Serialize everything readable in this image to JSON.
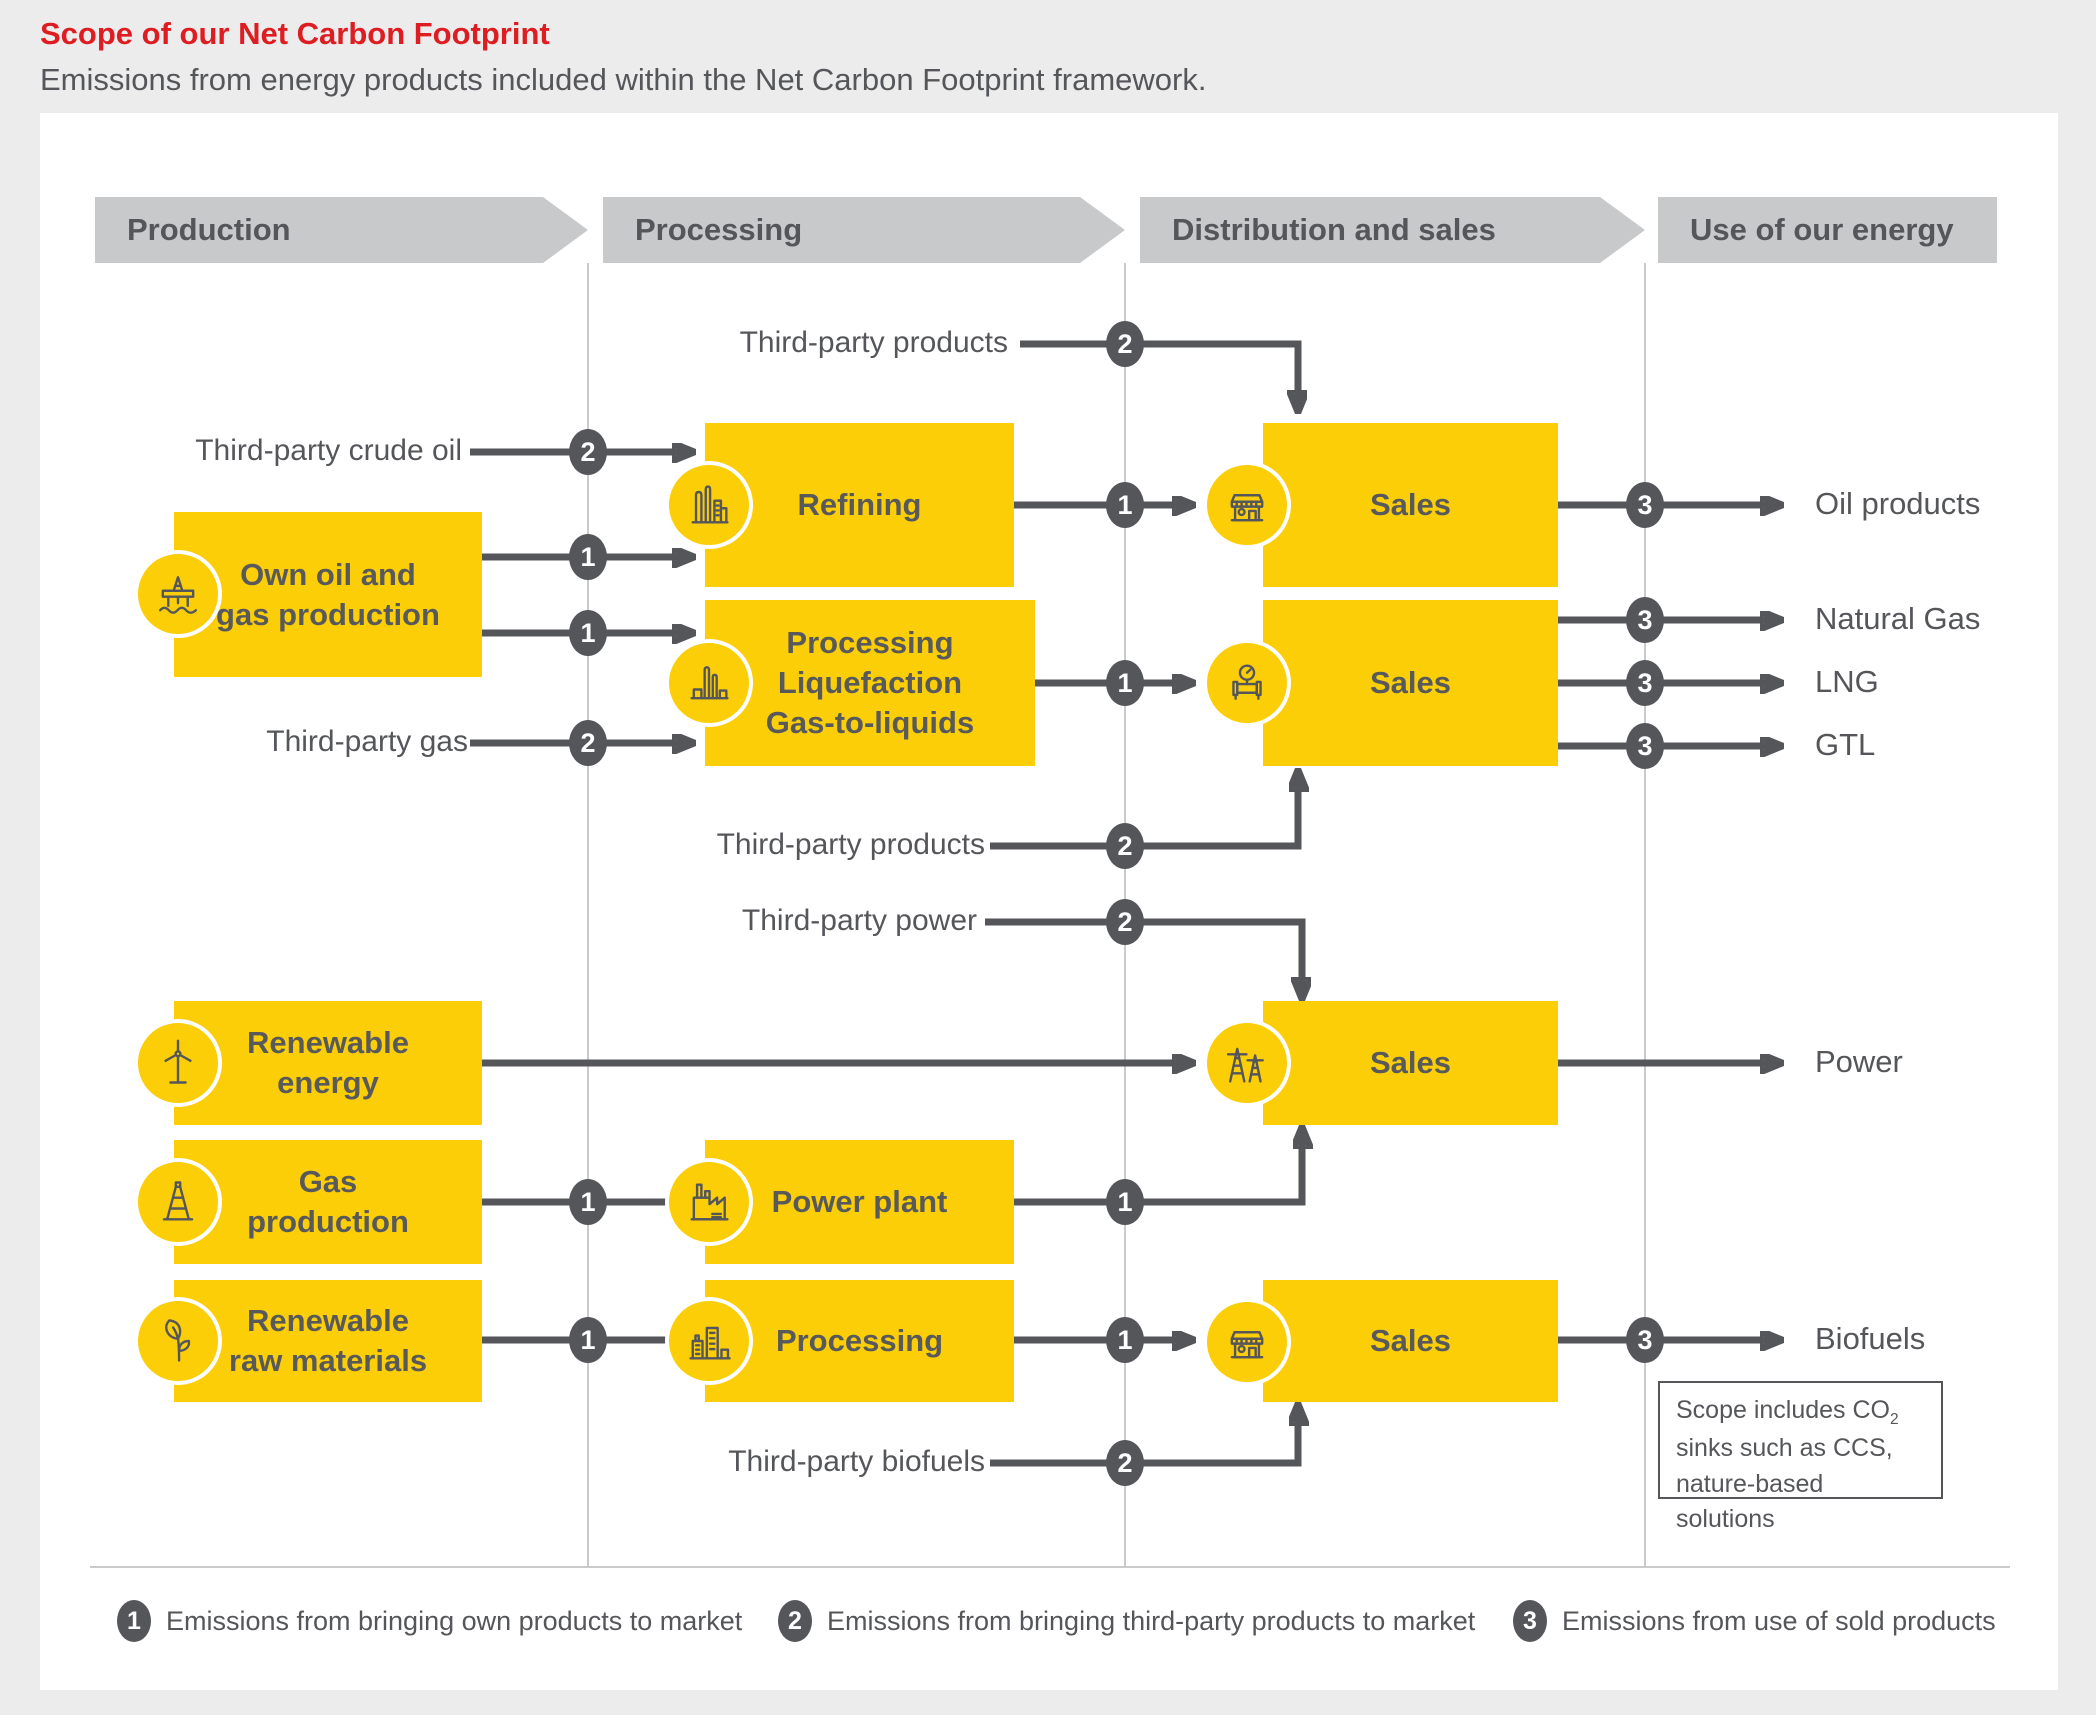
{
  "title": "Scope of our Net Carbon Footprint",
  "subtitle": "Emissions from energy products included within the Net Carbon Footprint framework.",
  "colors": {
    "brand_yellow": "#fbce07",
    "brand_red": "#dd1d21",
    "line_gray": "#54565a",
    "header_gray": "#c8c9cb"
  },
  "headers": [
    {
      "label": "Production"
    },
    {
      "label": "Processing"
    },
    {
      "label": "Distribution and sales"
    },
    {
      "label": "Use of our energy"
    }
  ],
  "boxes": {
    "own_oil": {
      "label": "Own oil and\ngas production",
      "icon": "offshore-platform"
    },
    "refining": {
      "label": "Refining",
      "icon": "refinery"
    },
    "proc_liq": {
      "label": "Processing\nLiquefaction\nGas-to-liquids",
      "icon": "gas-plant"
    },
    "sales_oil": {
      "label": "Sales",
      "icon": "storefront"
    },
    "sales_gas": {
      "label": "Sales",
      "icon": "pipeline-gauge"
    },
    "renewable_energy": {
      "label": "Renewable\nenergy",
      "icon": "wind-turbine"
    },
    "sales_power": {
      "label": "Sales",
      "icon": "power-pylons"
    },
    "gas_production": {
      "label": "Gas\nproduction",
      "icon": "drilling-derrick"
    },
    "power_plant": {
      "label": "Power plant",
      "icon": "factory"
    },
    "renewable_raw": {
      "label": "Renewable\nraw materials",
      "icon": "plant-leaf"
    },
    "processing_bio": {
      "label": "Processing",
      "icon": "industrial-buildings"
    },
    "sales_bio": {
      "label": "Sales",
      "icon": "storefront"
    }
  },
  "flow_labels": {
    "tpp_top": "Third-party products",
    "tp_crude": "Third-party crude oil",
    "tp_gas": "Third-party gas",
    "tpp_mid": "Third-party products",
    "tp_power": "Third-party power",
    "tp_biofuels": "Third-party biofuels"
  },
  "outputs": {
    "oil": "Oil products",
    "natural_gas": "Natural Gas",
    "lng": "LNG",
    "gtl": "GTL",
    "power": "Power",
    "biofuels": "Biofuels"
  },
  "badges": {
    "b1": "1",
    "b2": "2",
    "b3": "3"
  },
  "note": {
    "line1": "Scope includes CO",
    "line1_sub": "2",
    "line2": "sinks such as CCS,",
    "line3": "nature-based solutions"
  },
  "legend": [
    {
      "num": "1",
      "text": "Emissions from bringing own products to market"
    },
    {
      "num": "2",
      "text": "Emissions from bringing third-party products to market"
    },
    {
      "num": "3",
      "text": "Emissions from use of sold products"
    }
  ]
}
